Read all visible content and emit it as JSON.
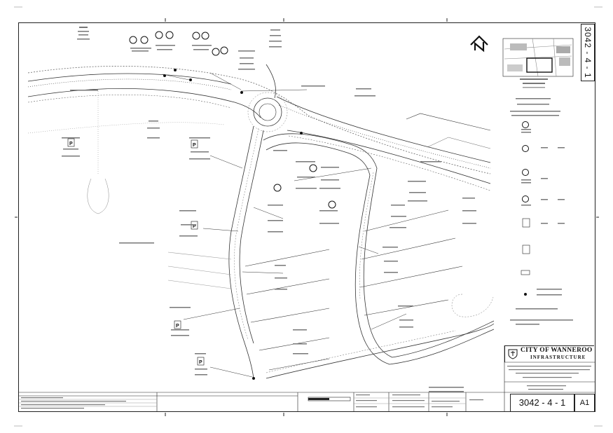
{
  "sheet": {
    "drawing_number": "3042 - 4 - 1",
    "sheet_size": "A1",
    "organisation": "CITY OF WANNEROO",
    "department": "INFRASTRUCTURE"
  },
  "colors": {
    "line": "#222222",
    "faint_line": "#9a9a9a",
    "dashed_line": "#555555"
  },
  "icons": [
    "north-arrow-icon",
    "parking-sign-icon",
    "no-parking-sign-icon",
    "council-crest-icon"
  ]
}
